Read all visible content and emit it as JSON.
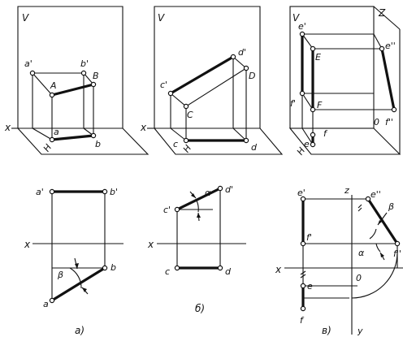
{
  "panel_a": {
    "pictorial": {
      "v": "V",
      "x": "x",
      "a_prime": "a'",
      "b_prime": "b'",
      "A": "A",
      "B": "B",
      "a": "a",
      "b": "b",
      "h": "H"
    },
    "ortho": {
      "a_prime": "a'",
      "b_prime": "b'",
      "x": "x",
      "beta": "β",
      "a": "a",
      "b": "b"
    },
    "caption": "а)"
  },
  "panel_b": {
    "pictorial": {
      "v": "V",
      "x": "x",
      "c_prime": "c'",
      "d_prime": "d'",
      "C": "C",
      "D": "D",
      "c": "c",
      "d": "d",
      "h": "H"
    },
    "ortho": {
      "c_prime": "c'",
      "d_prime": "d'",
      "alpha": "α",
      "x": "x",
      "c": "c",
      "d": "d"
    },
    "caption": "б)"
  },
  "panel_c": {
    "pictorial": {
      "v": "V",
      "z": "Z",
      "e_prime": "e'",
      "e_dprime": "e''",
      "E": "E",
      "f_prime": "f'",
      "F": "F",
      "f": "f",
      "e": "e",
      "o": "0",
      "f_dprime": "f''",
      "h": "H"
    },
    "ortho": {
      "z": "z",
      "e_prime": "e'",
      "e_dprime": "e''",
      "beta": "β",
      "f_prime": "f'",
      "alpha": "α",
      "f_dprime": "f''",
      "x": "x",
      "e": "e",
      "o": "0",
      "f": "f",
      "y": "y"
    },
    "caption": "в)"
  }
}
